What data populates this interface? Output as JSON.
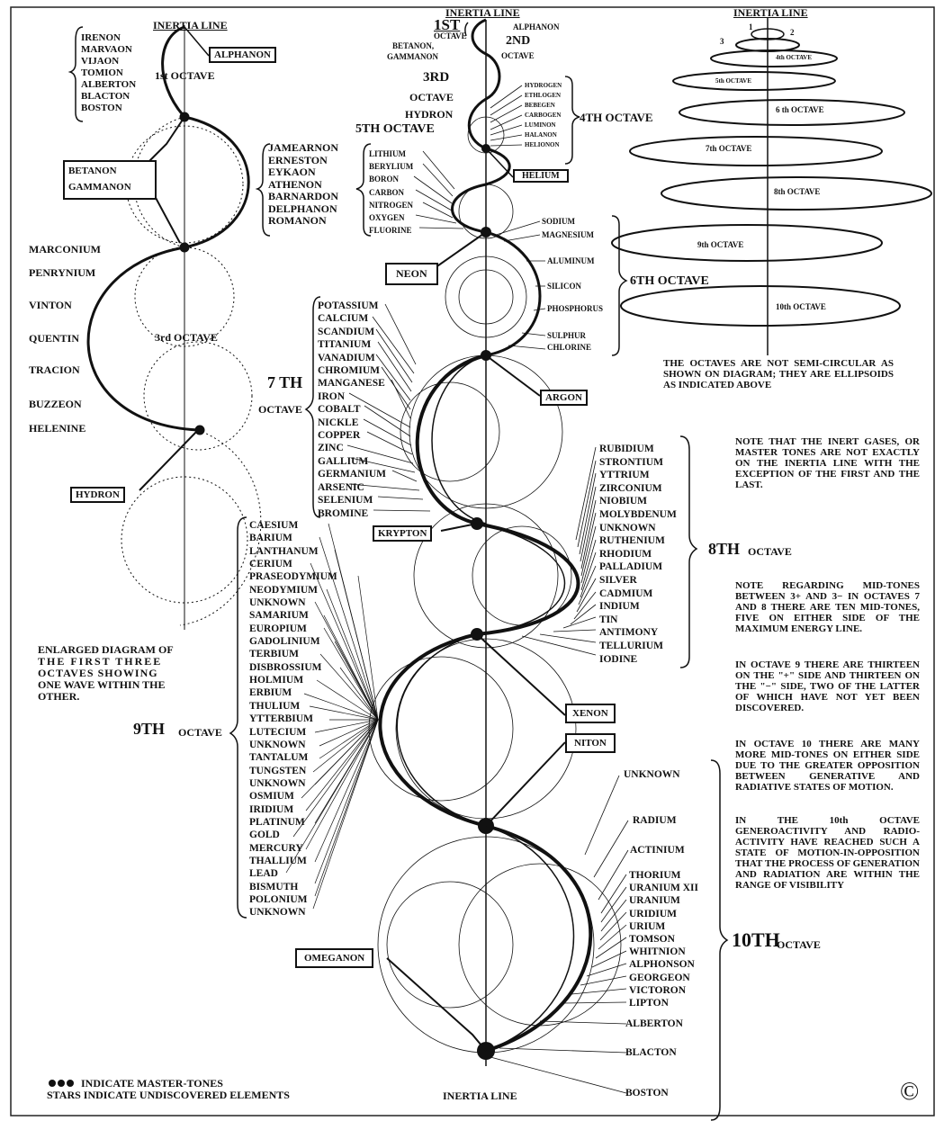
{
  "inertia_line_label": "INERTIA LINE",
  "inertia_line_bottom": "INERTIA LINE",
  "small_diagram": {
    "inertia_label": "INERTIA LINE",
    "first_octave_label": "1st OCTAVE",
    "third_octave_label": "3rd OCTAVE",
    "first_octave_elements": [
      "IRENON",
      "MARVAON",
      "VIJAON",
      "TOMION",
      "ALBERTON",
      "BLACTON",
      "BOSTON"
    ],
    "boxes": {
      "alphanon": "ALPHANON",
      "betanon_gammanon": [
        "BETANON",
        "GAMMANON"
      ],
      "hydron": "HYDRON"
    },
    "second_octave_elements": [
      "JAMEARNON",
      "ERNESTON",
      "EYKAON",
      "ATHENON",
      "BARNARDON",
      "DELPHANON",
      "ROMANON"
    ],
    "third_octave_elements": [
      "MARCONIUM",
      "PENRYNIUM",
      "VINTON",
      "QUENTIN",
      "TRACION",
      "BUZZEON",
      "HELENINE"
    ],
    "caption": [
      "ENLARGED DIAGRAM OF",
      "THE FIRST THREE",
      "OCTAVES SHOWING",
      "ONE WAVE WITHIN THE",
      "OTHER."
    ]
  },
  "main_diagram": {
    "top": {
      "first_octave": {
        "num": "1ST",
        "word": "OCTAVE"
      },
      "second_octave": {
        "num": "2ND",
        "word": "OCTAVE"
      },
      "alphanon": "ALPHANON",
      "betanon": "BETANON,",
      "gammanon": "GAMMANON",
      "third_octave": {
        "num": "3RD",
        "word": "OCTAVE"
      },
      "hydron": "HYDRON",
      "fourth_octave_label": "4TH OCTAVE",
      "fourth_elements": [
        "HYDROGEN",
        "ETHLOGEN",
        "BEBEGEN",
        "CARBOGEN",
        "LUMINON",
        "HALANON",
        "HELIONON"
      ],
      "helium": "HELIUM",
      "fifth_octave_label": "5TH OCTAVE",
      "fifth_elements": [
        "LITHIUM",
        "BERYLIUM",
        "BORON",
        "CARBON",
        "NITROGEN",
        "OXYGEN",
        "FLUORINE"
      ]
    },
    "sixth": {
      "label": "6TH OCTAVE",
      "neon": "NEON",
      "elements": [
        "SODIUM",
        "MAGNESIUM",
        "ALUMINUM",
        "SILICON",
        "PHOSPHORUS",
        "SULPHUR",
        "CHLORINE"
      ],
      "argon": "ARGON"
    },
    "seventh": {
      "label_num": "7 TH",
      "label_word": "OCTAVE",
      "elements": [
        "POTASSIUM",
        "CALCIUM",
        "SCANDIUM",
        "TITANIUM",
        "VANADIUM",
        "CHROMIUM",
        "MANGANESE",
        "IRON",
        "COBALT",
        "NICKLE",
        "COPPER",
        "ZINC",
        "GALLIUM",
        "GERMANIUM",
        "ARSENIC",
        "SELENIUM",
        "BROMINE"
      ],
      "krypton": "KRYPTON"
    },
    "eighth": {
      "label_num": "8TH",
      "label_word": "OCTAVE",
      "elements": [
        "RUBIDIUM",
        "STRONTIUM",
        "YTTRIUM",
        "ZIRCONIUM",
        "NIOBIUM",
        "MOLYBDENUM",
        "UNKNOWN",
        "RUTHENIUM",
        "RHODIUM",
        "PALLADIUM",
        "SILVER",
        "CADMIUM",
        "INDIUM",
        "TIN",
        "ANTIMONY",
        "TELLURIUM",
        "IODINE"
      ],
      "xenon": "XENON"
    },
    "ninth": {
      "label_num": "9TH",
      "label_word": "OCTAVE",
      "elements": [
        "CAESIUM",
        "BARIUM",
        "LANTHANUM",
        "CERIUM",
        "PRASEODYMIUM",
        "NEODYMIUM",
        "UNKNOWN",
        "SAMARIUM",
        "EUROPIUM",
        "GADOLINIUM",
        "TERBIUM",
        "DISBROSSIUM",
        "HOLMIUM",
        "ERBIUM",
        "THULIUM",
        "YTTERBIUM",
        "LUTECIUM",
        "UNKNOWN",
        "TANTALUM",
        "TUNGSTEN",
        "UNKNOWN",
        "OSMIUM",
        "IRIDIUM",
        "PLATINUM",
        "GOLD",
        "MERCURY",
        "THALLIUM",
        "LEAD",
        "BISMUTH",
        "POLONIUM",
        "UNKNOWN"
      ],
      "niton": "NITON"
    },
    "tenth": {
      "label_num": "10TH",
      "label_word": "OCTAVE",
      "elements": [
        "UNKNOWN",
        "RADIUM",
        "ACTINIUM",
        "THORIUM",
        "URANIUM XII",
        "URANIUM",
        "URIDIUM",
        "URIUM",
        "TOMSON",
        "WHITNION",
        "ALPHONSON",
        "GEORGEON",
        "VICTORON",
        "LIPTON",
        "ALBERTON",
        "BLACTON",
        "BOSTON"
      ],
      "omeganon": "OMEGANON"
    }
  },
  "ellipse_diagram": {
    "inertia_label": "INERTIA LINE",
    "marks": [
      "1",
      "2",
      "3"
    ],
    "octaves": [
      "4th OCTAVE",
      "5th OCTAVE",
      "6 th OCTAVE",
      "7th OCTAVE",
      "8th OCTAVE",
      "9th OCTAVE",
      "10th OCTAVE"
    ]
  },
  "notes": {
    "ellipsoid": "THE OCTAVES ARE NOT SEMI-CIRCULAR AS SHOWN ON DIAGRAM; THEY ARE ELLIPSOIDS AS INDICATED ABOVE",
    "inert_gases": "NOTE THAT THE INERT GASES, OR MASTER TONES ARE NOT EXACTLY ON THE INERTIA LINE WITH THE EXCEPTION OF THE FIRST AND THE LAST.",
    "mid_tones": "NOTE REGARDING MID-TONES BETWEEN 3+ AND 3− IN OCTAVES 7 AND 8 THERE ARE TEN MID-TONES, FIVE ON EITHER SIDE OF THE MAXIMUM ENERGY LINE.",
    "octave9": "IN OCTAVE 9 THERE ARE THIRTEEN ON THE \"+\" SIDE AND THIRTEEN ON THE \"−\" SIDE, TWO OF THE LATTER OF WHICH HAVE NOT YET BEEN DISCOVERED.",
    "octave10": "IN OCTAVE 10 THERE ARE MANY MORE MID-TONES ON EITHER SIDE DUE TO THE GREATER OPPOSITION BETWEEN GENERATIVE AND RADIATIVE STATES OF MOTION.",
    "tenth_octave": "IN THE 10th OCTAVE GENEROACTIVITY AND RADIO-ACTIVITY HAVE REACHED SUCH A STATE OF MOTION-IN-OPPOSITION THAT THE PROCESS OF GENERATION AND RADIATION ARE WITHIN THE RANGE OF VISIBILITY"
  },
  "legend": {
    "line1": "INDICATE MASTER-TONES",
    "line2": "STARS INDICATE UNDISCOVERED ELEMENTS"
  },
  "copyright_symbol": "©"
}
